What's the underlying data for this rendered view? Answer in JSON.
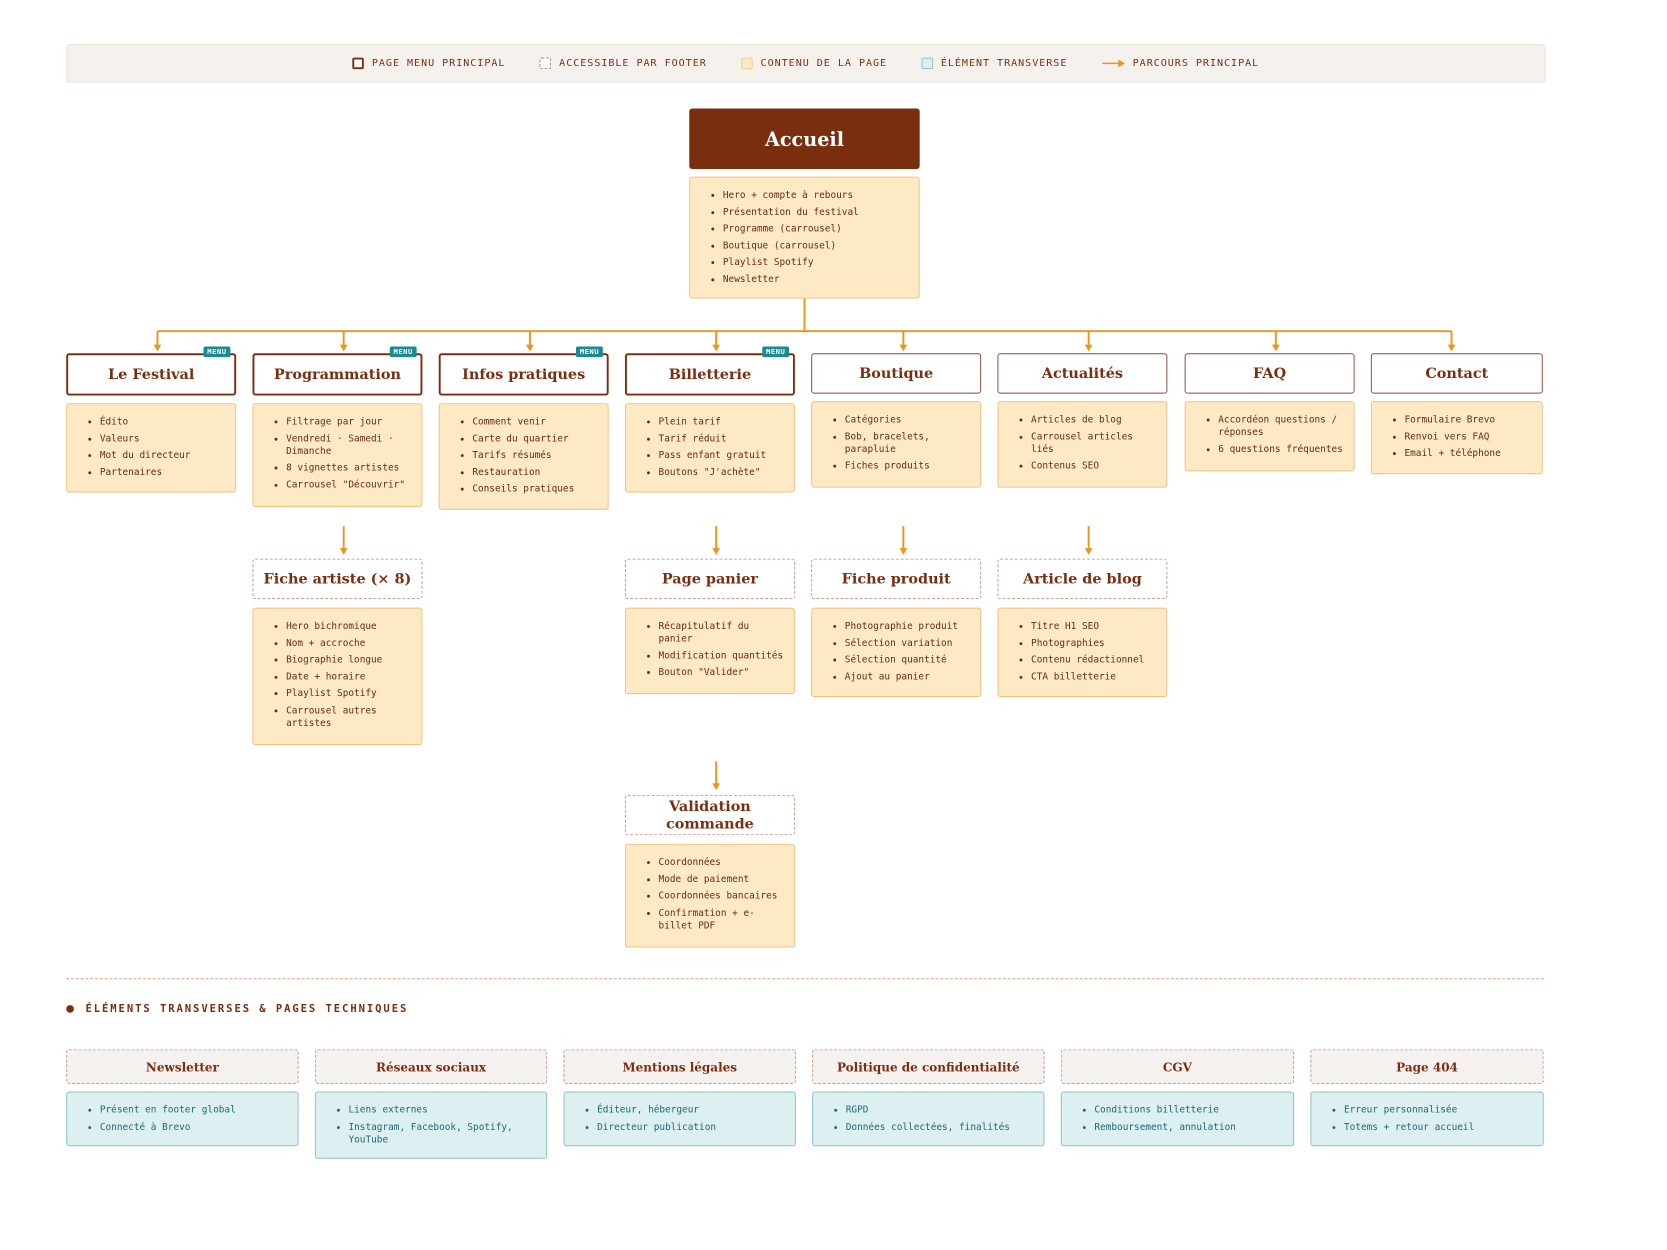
{
  "legend": [
    {
      "label": "PAGE MENU PRINCIPAL",
      "swatch": "main"
    },
    {
      "label": "ACCESSIBLE PAR FOOTER",
      "swatch": "footer"
    },
    {
      "label": "CONTENU DE LA PAGE",
      "swatch": "content"
    },
    {
      "label": "ÉLÉMENT TRANSVERSE",
      "swatch": "trans"
    },
    {
      "label": "PARCOURS PRINCIPAL",
      "swatch": "arrow"
    }
  ],
  "root": {
    "title": "Accueil",
    "items": [
      "Hero + compte à rebours",
      "Présentation du festival",
      "Programme (carrousel)",
      "Boutique (carrousel)",
      "Playlist Spotify",
      "Newsletter"
    ]
  },
  "badge_label": "MENU",
  "pages": [
    {
      "title": "Le Festival",
      "menu": true,
      "items": [
        "Édito",
        "Valeurs",
        "Mot du directeur",
        "Partenaires"
      ]
    },
    {
      "title": "Programmation",
      "menu": true,
      "items": [
        "Filtrage par jour",
        "Vendredi · Samedi · Dimanche",
        "8 vignettes artistes",
        "Carrousel \"Découvrir\""
      ]
    },
    {
      "title": "Infos pratiques",
      "menu": true,
      "items": [
        "Comment venir",
        "Carte du quartier",
        "Tarifs résumés",
        "Restauration",
        "Conseils pratiques"
      ]
    },
    {
      "title": "Billetterie",
      "menu": true,
      "items": [
        "Plein tarif",
        "Tarif réduit",
        "Pass enfant gratuit",
        "Boutons \"J'achète\""
      ]
    },
    {
      "title": "Boutique",
      "menu": false,
      "items": [
        "Catégories",
        "Bob, bracelets, parapluie",
        "Fiches produits"
      ]
    },
    {
      "title": "Actualités",
      "menu": false,
      "items": [
        "Articles de blog",
        "Carrousel articles liés",
        "Contenus SEO"
      ]
    },
    {
      "title": "FAQ",
      "menu": false,
      "items": [
        "Accordéon questions / réponses",
        "6 questions fréquentes"
      ]
    },
    {
      "title": "Contact",
      "menu": false,
      "items": [
        "Formulaire Brevo",
        "Renvoi vers FAQ",
        "Email + téléphone"
      ]
    }
  ],
  "subpages": [
    {
      "title": "Fiche artiste (× 8)",
      "items": [
        "Hero bichromique",
        "Nom + accroche",
        "Biographie longue",
        "Date + horaire",
        "Playlist Spotify",
        "Carrousel autres artistes"
      ]
    },
    {
      "title": "Page panier",
      "items": [
        "Récapitulatif du panier",
        "Modification quantités",
        "Bouton \"Valider\""
      ]
    },
    {
      "title": "Fiche produit",
      "items": [
        "Photographie produit",
        "Sélection variation",
        "Sélection quantité",
        "Ajout au panier"
      ]
    },
    {
      "title": "Article de blog",
      "items": [
        "Titre H1 SEO",
        "Photographies",
        "Contenu rédactionnel",
        "CTA billetterie"
      ]
    },
    {
      "title": "Validation commande",
      "items": [
        "Coordonnées",
        "Mode de paiement",
        "Coordonnées bancaires",
        "Confirmation + e-billet PDF"
      ]
    }
  ],
  "transverse": {
    "section_title": "ÉLÉMENTS TRANSVERSES & PAGES TECHNIQUES",
    "boxes": [
      {
        "title": "Newsletter",
        "items": [
          "Présent en footer global",
          "Connecté à Brevo"
        ]
      },
      {
        "title": "Réseaux sociaux",
        "items": [
          "Liens externes",
          "Instagram, Facebook, Spotify, YouTube"
        ]
      },
      {
        "title": "Mentions légales",
        "items": [
          "Éditeur, hébergeur",
          "Directeur publication"
        ]
      },
      {
        "title": "Politique de confidentialité",
        "items": [
          "RGPD",
          "Données collectées, finalités"
        ]
      },
      {
        "title": "CGV",
        "items": [
          "Conditions billetterie",
          "Remboursement, annulation"
        ]
      },
      {
        "title": "Page 404",
        "items": [
          "Erreur personnalisée",
          "Totems + retour accueil"
        ]
      }
    ]
  },
  "colors": {
    "brand": "#7a2e10",
    "accent": "#e8961c",
    "content_bg": "#fde9c4",
    "transverse_bg": "#dceff1",
    "badge": "#1b8a92"
  }
}
